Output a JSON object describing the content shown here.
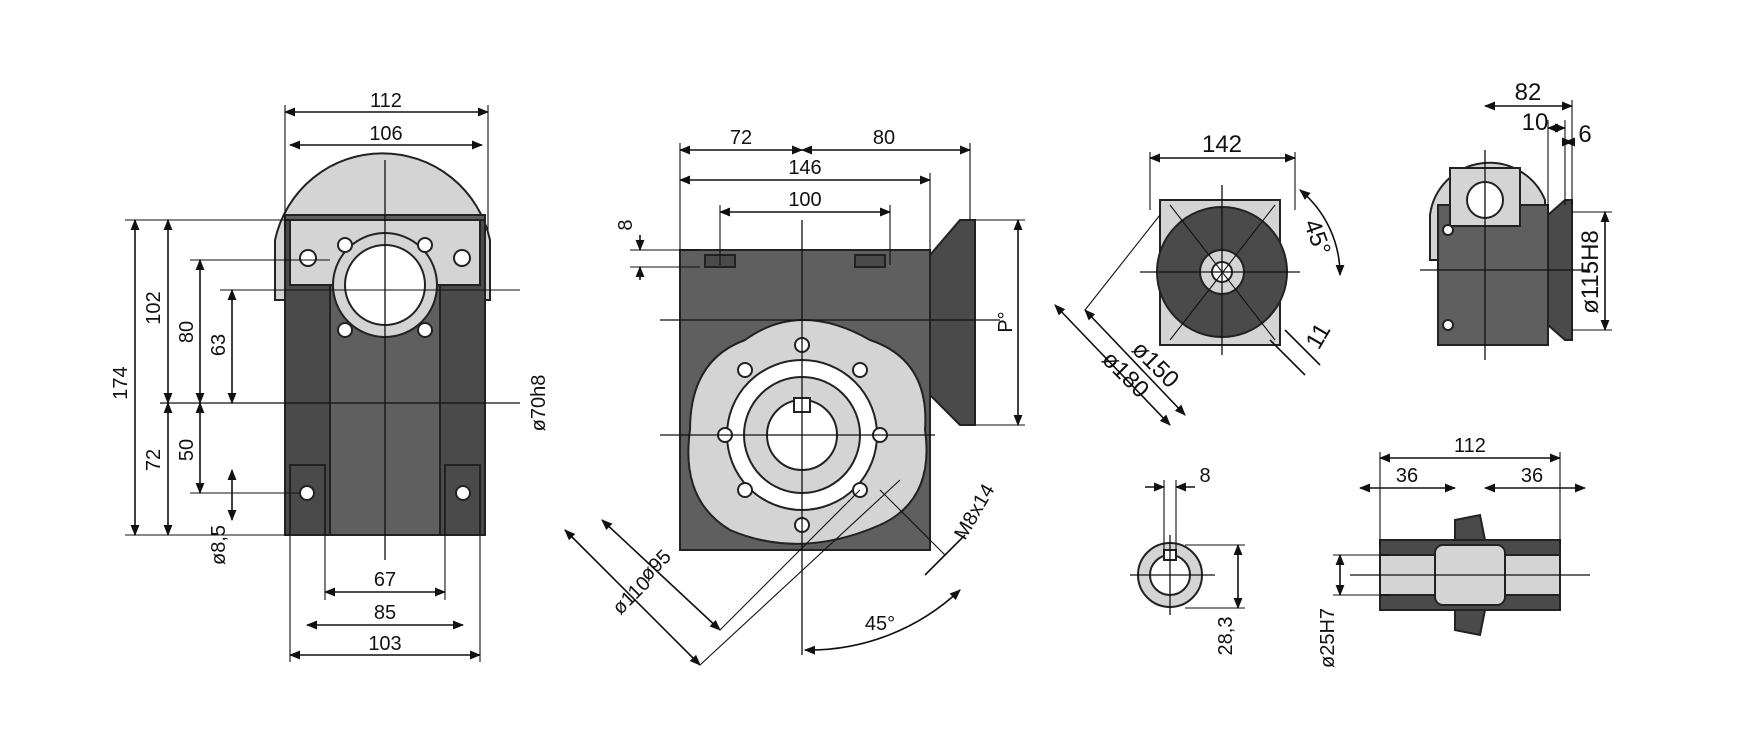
{
  "views": {
    "side": {
      "d112": "112",
      "d106": "106",
      "d174": "174",
      "d102": "102",
      "d80": "80",
      "d63": "63",
      "d72": "72",
      "d50": "50",
      "d8_5": "ø8,5",
      "d70h8": "ø70h8",
      "d67": "67",
      "d85": "85",
      "d103": "103"
    },
    "front": {
      "d72": "72",
      "d80": "80",
      "d146": "146",
      "d100": "100",
      "d8": "8",
      "dP": "P°",
      "dM8": "M8x14",
      "d95": "ø95",
      "d110": "ø110",
      "d45": "45°"
    },
    "flange": {
      "d142": "142",
      "d45": "45°",
      "d150": "ø150",
      "d180": "ø180",
      "d11": "11"
    },
    "right": {
      "d82": "82",
      "d10": "10",
      "d6": "6",
      "d115": "ø115H8"
    },
    "shaft": {
      "d8": "8",
      "d28_3": "28,3"
    },
    "hollow": {
      "d112": "112",
      "d36a": "36",
      "d36b": "36",
      "d25": "ø25H7"
    }
  }
}
